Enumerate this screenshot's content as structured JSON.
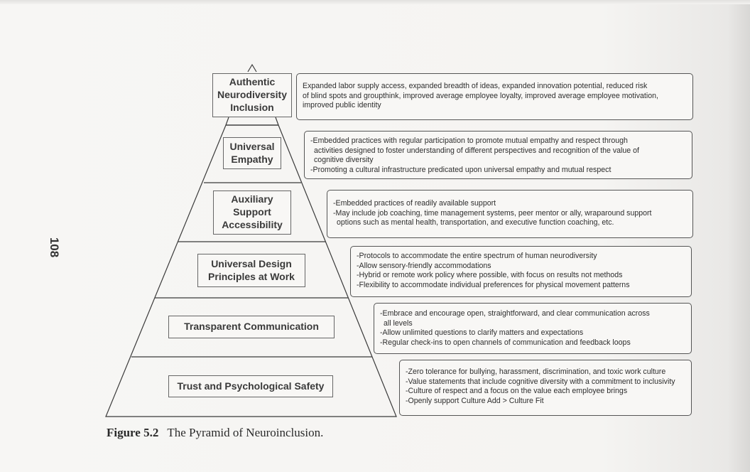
{
  "page_number": "108",
  "figure": {
    "label": "Figure 5.2",
    "title": "The Pyramid of Neuroinclusion."
  },
  "levels": [
    {
      "label": "Authentic\nNeurodiversity\nInclusion",
      "description": [
        "Expanded labor supply access, expanded breadth of ideas, expanded innovation potential, reduced risk",
        "of blind spots and groupthink, improved average employee loyalty, improved average employee motivation,",
        "improved public identity"
      ]
    },
    {
      "label": "Universal\nEmpathy",
      "description": [
        "-Embedded practices with regular participation to promote mutual empathy and respect through",
        "activities designed to foster understanding of different perspectives and recognition of the value of",
        "cognitive diversity",
        "-Promoting a cultural infrastructure predicated upon universal empathy and mutual respect"
      ]
    },
    {
      "label": "Auxiliary\nSupport\nAccessibility",
      "description": [
        "-Embedded practices of readily available support",
        "-May include job coaching, time management systems, peer mentor or ally, wraparound support",
        "options such as mental health, transportation, and executive function coaching, etc."
      ]
    },
    {
      "label": "Universal Design\nPrinciples at Work",
      "description": [
        "-Protocols to accommodate the entire spectrum of human neurodiversity",
        "-Allow sensory-friendly accommodations",
        "-Hybrid or remote work policy where possible, with focus on results not methods",
        "-Flexibility to accommodate individual preferences for physical movement patterns"
      ]
    },
    {
      "label": "Transparent Communication",
      "description": [
        "-Embrace and encourage open, straightforward, and clear communication across",
        "all levels",
        "-Allow unlimited questions to clarify matters and expectations",
        "-Regular check-ins to open channels of communication and feedback loops"
      ]
    },
    {
      "label": "Trust and Psychological Safety",
      "description": [
        "-Zero tolerance for bullying, harassment, discrimination, and toxic work culture",
        "-Value statements that include cognitive diversity with a commitment to inclusivity",
        "-Culture of respect and a focus on the value each employee brings",
        "-Openly support Culture Add > Culture Fit"
      ]
    }
  ]
}
